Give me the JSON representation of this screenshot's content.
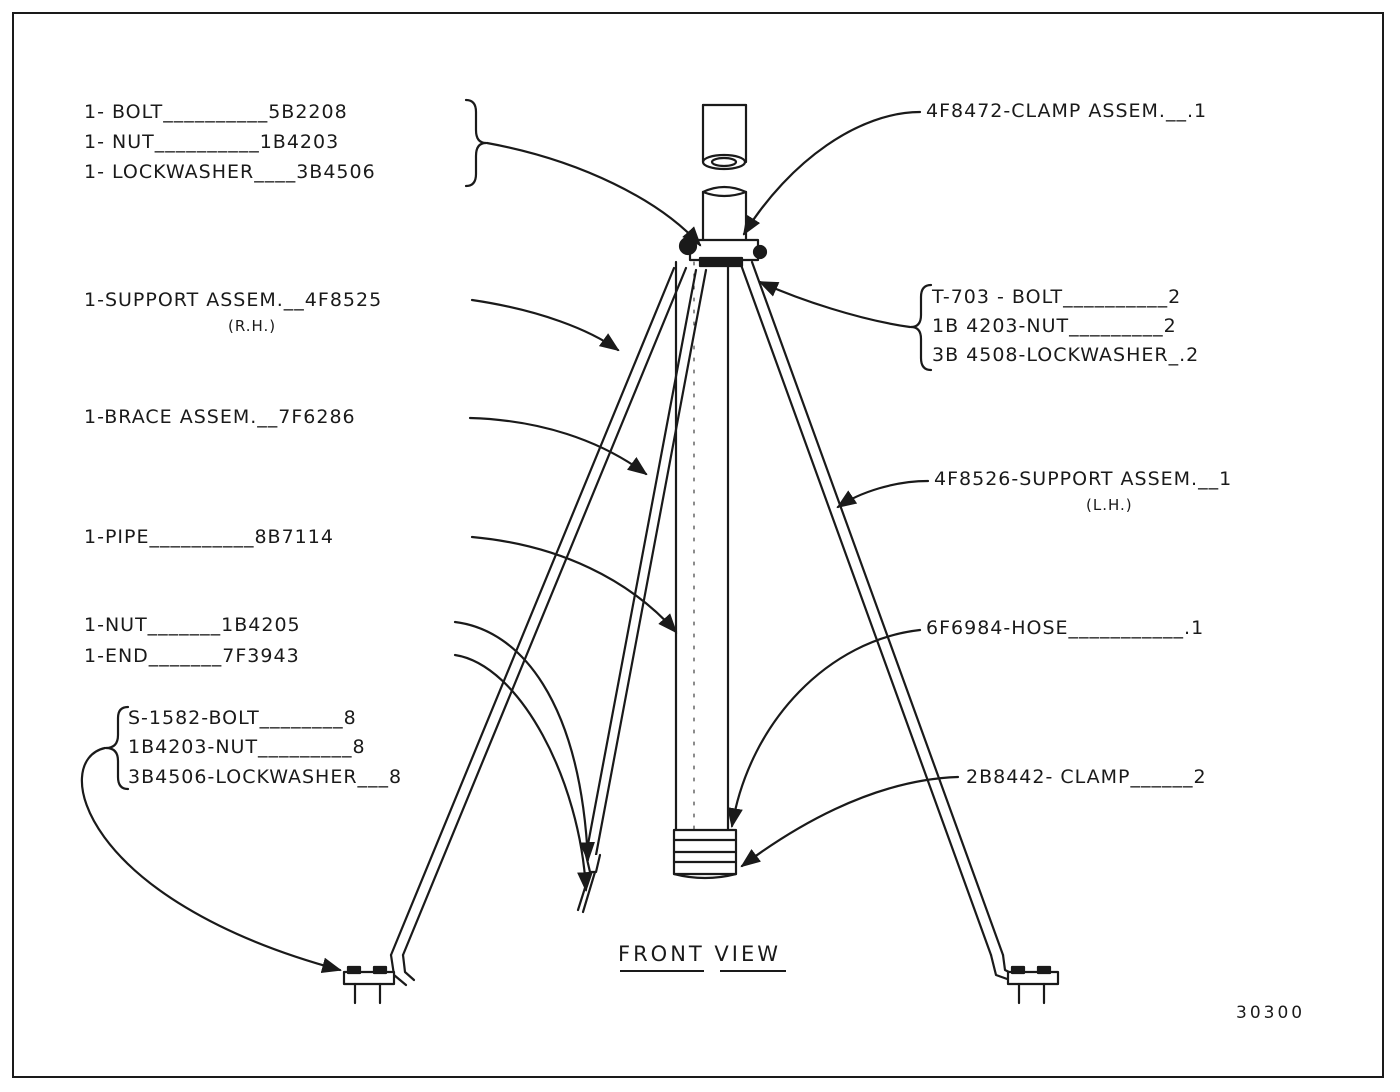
{
  "labels": {
    "bolt": "1- BOLT__________5B2208",
    "nut": "1- NUT__________1B4203",
    "lockwasher": "1- LOCKWASHER____3B4506",
    "clamp_assem": "4F8472-CLAMP ASSEM.__.1",
    "support_rh": "1-SUPPORT ASSEM.__4F8525",
    "support_rh_sub": "(R.H.)",
    "t703_bolt": "T-703 - BOLT__________2",
    "nut_2": "1B 4203-NUT_________2",
    "lockwasher_2": "3B 4508-LOCKWASHER_.2",
    "brace": "1-BRACE ASSEM.__7F6286",
    "support_lh": "4F8526-SUPPORT ASSEM.__1",
    "support_lh_sub": "(L.H.)",
    "pipe": "1-PIPE__________8B7114",
    "nut_end": "1-NUT_______1B4205",
    "end": "1-END_______7F3943",
    "hose": "6F6984-HOSE___________.1",
    "s1582_bolt": "S-1582-BOLT________8",
    "nut_8": "1B4203-NUT_________8",
    "lockwasher_8": "3B4506-LOCKWASHER___8",
    "clamp_2": "2B8442- CLAMP______2",
    "title": "FRONT VIEW",
    "figure_number": "30300"
  }
}
